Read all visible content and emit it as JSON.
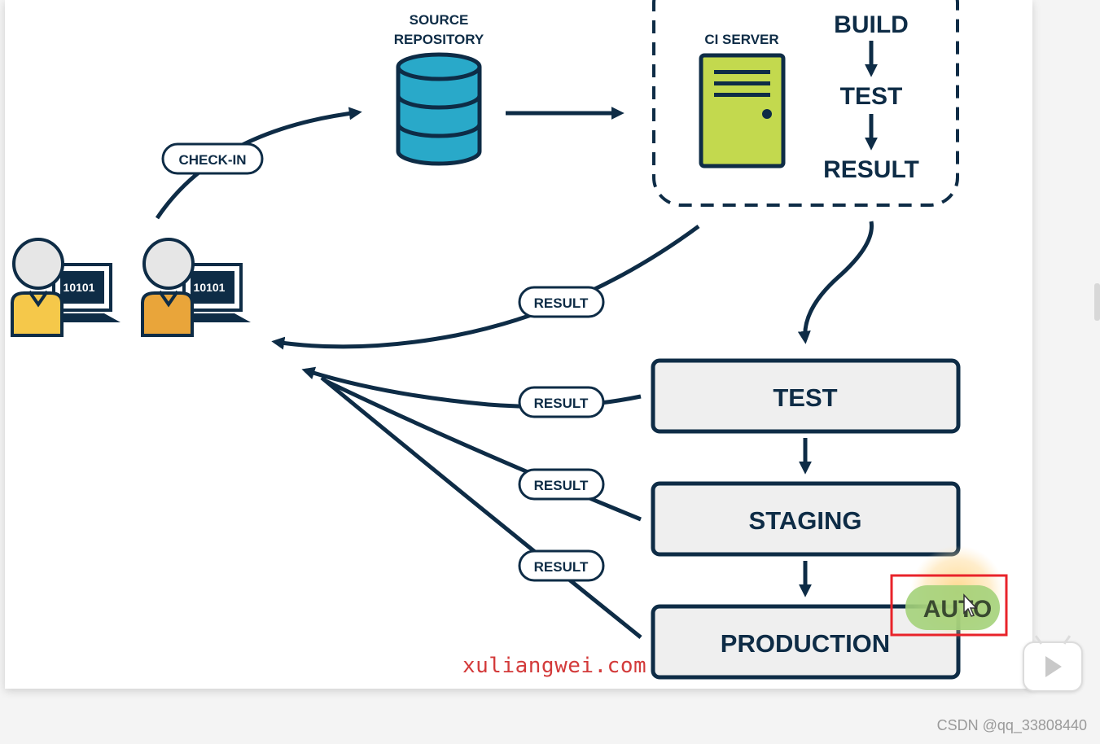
{
  "diagram": {
    "source_repository_line1": "SOURCE",
    "source_repository_line2": "REPOSITORY",
    "ci_server": "CI SERVER",
    "pipeline_build": "BUILD",
    "pipeline_test": "TEST",
    "pipeline_result": "RESULT",
    "checkin": "CHECK-IN",
    "developer_code": "10101",
    "result_labels": [
      "RESULT",
      "RESULT",
      "RESULT",
      "RESULT"
    ],
    "stages": [
      "TEST",
      "STAGING",
      "PRODUCTION"
    ],
    "auto_badge": "AUTO"
  },
  "watermark": "xuliangwei.com",
  "credit": "CSDN @qq_33808440",
  "colors": {
    "navy": "#0e2c46",
    "db_blue": "#29a9c9",
    "server_green": "#c3d94e",
    "dev_yellow": "#f5c84a",
    "dev_orange": "#e9a53a",
    "stage_fill": "#efefef",
    "highlight_red": "#e8232a",
    "auto_green": "#a4d27a"
  }
}
